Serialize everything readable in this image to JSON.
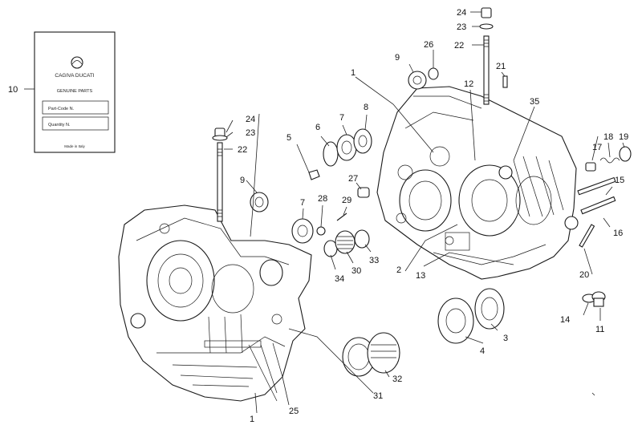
{
  "card": {
    "brand": "CAGIVA DUCATI",
    "title": "GENUINE PARTS",
    "field1": "Part-Code N.",
    "field2": "Quantity N.",
    "foot": "Made in Italy"
  },
  "callouts": {
    "c1a": "1",
    "c1b": "1",
    "c2": "2",
    "c3": "3",
    "c4": "4",
    "c5": "5",
    "c6": "6",
    "c7a": "7",
    "c7b": "7",
    "c8": "8",
    "c9a": "9",
    "c9b": "9",
    "c10": "10",
    "c11": "11",
    "c12": "12",
    "c13": "13",
    "c14": "14",
    "c15": "15",
    "c16": "16",
    "c17": "17",
    "c18": "18",
    "c19": "19",
    "c20": "20",
    "c21": "21",
    "c22a": "22",
    "c22b": "22",
    "c23a": "23",
    "c23b": "23",
    "c24a": "24",
    "c24b": "24",
    "c25": "25",
    "c26": "26",
    "c27": "27",
    "c28": "28",
    "c29": "29",
    "c30": "30",
    "c31": "31",
    "c32": "32",
    "c33": "33",
    "c34": "34",
    "c35": "35"
  }
}
